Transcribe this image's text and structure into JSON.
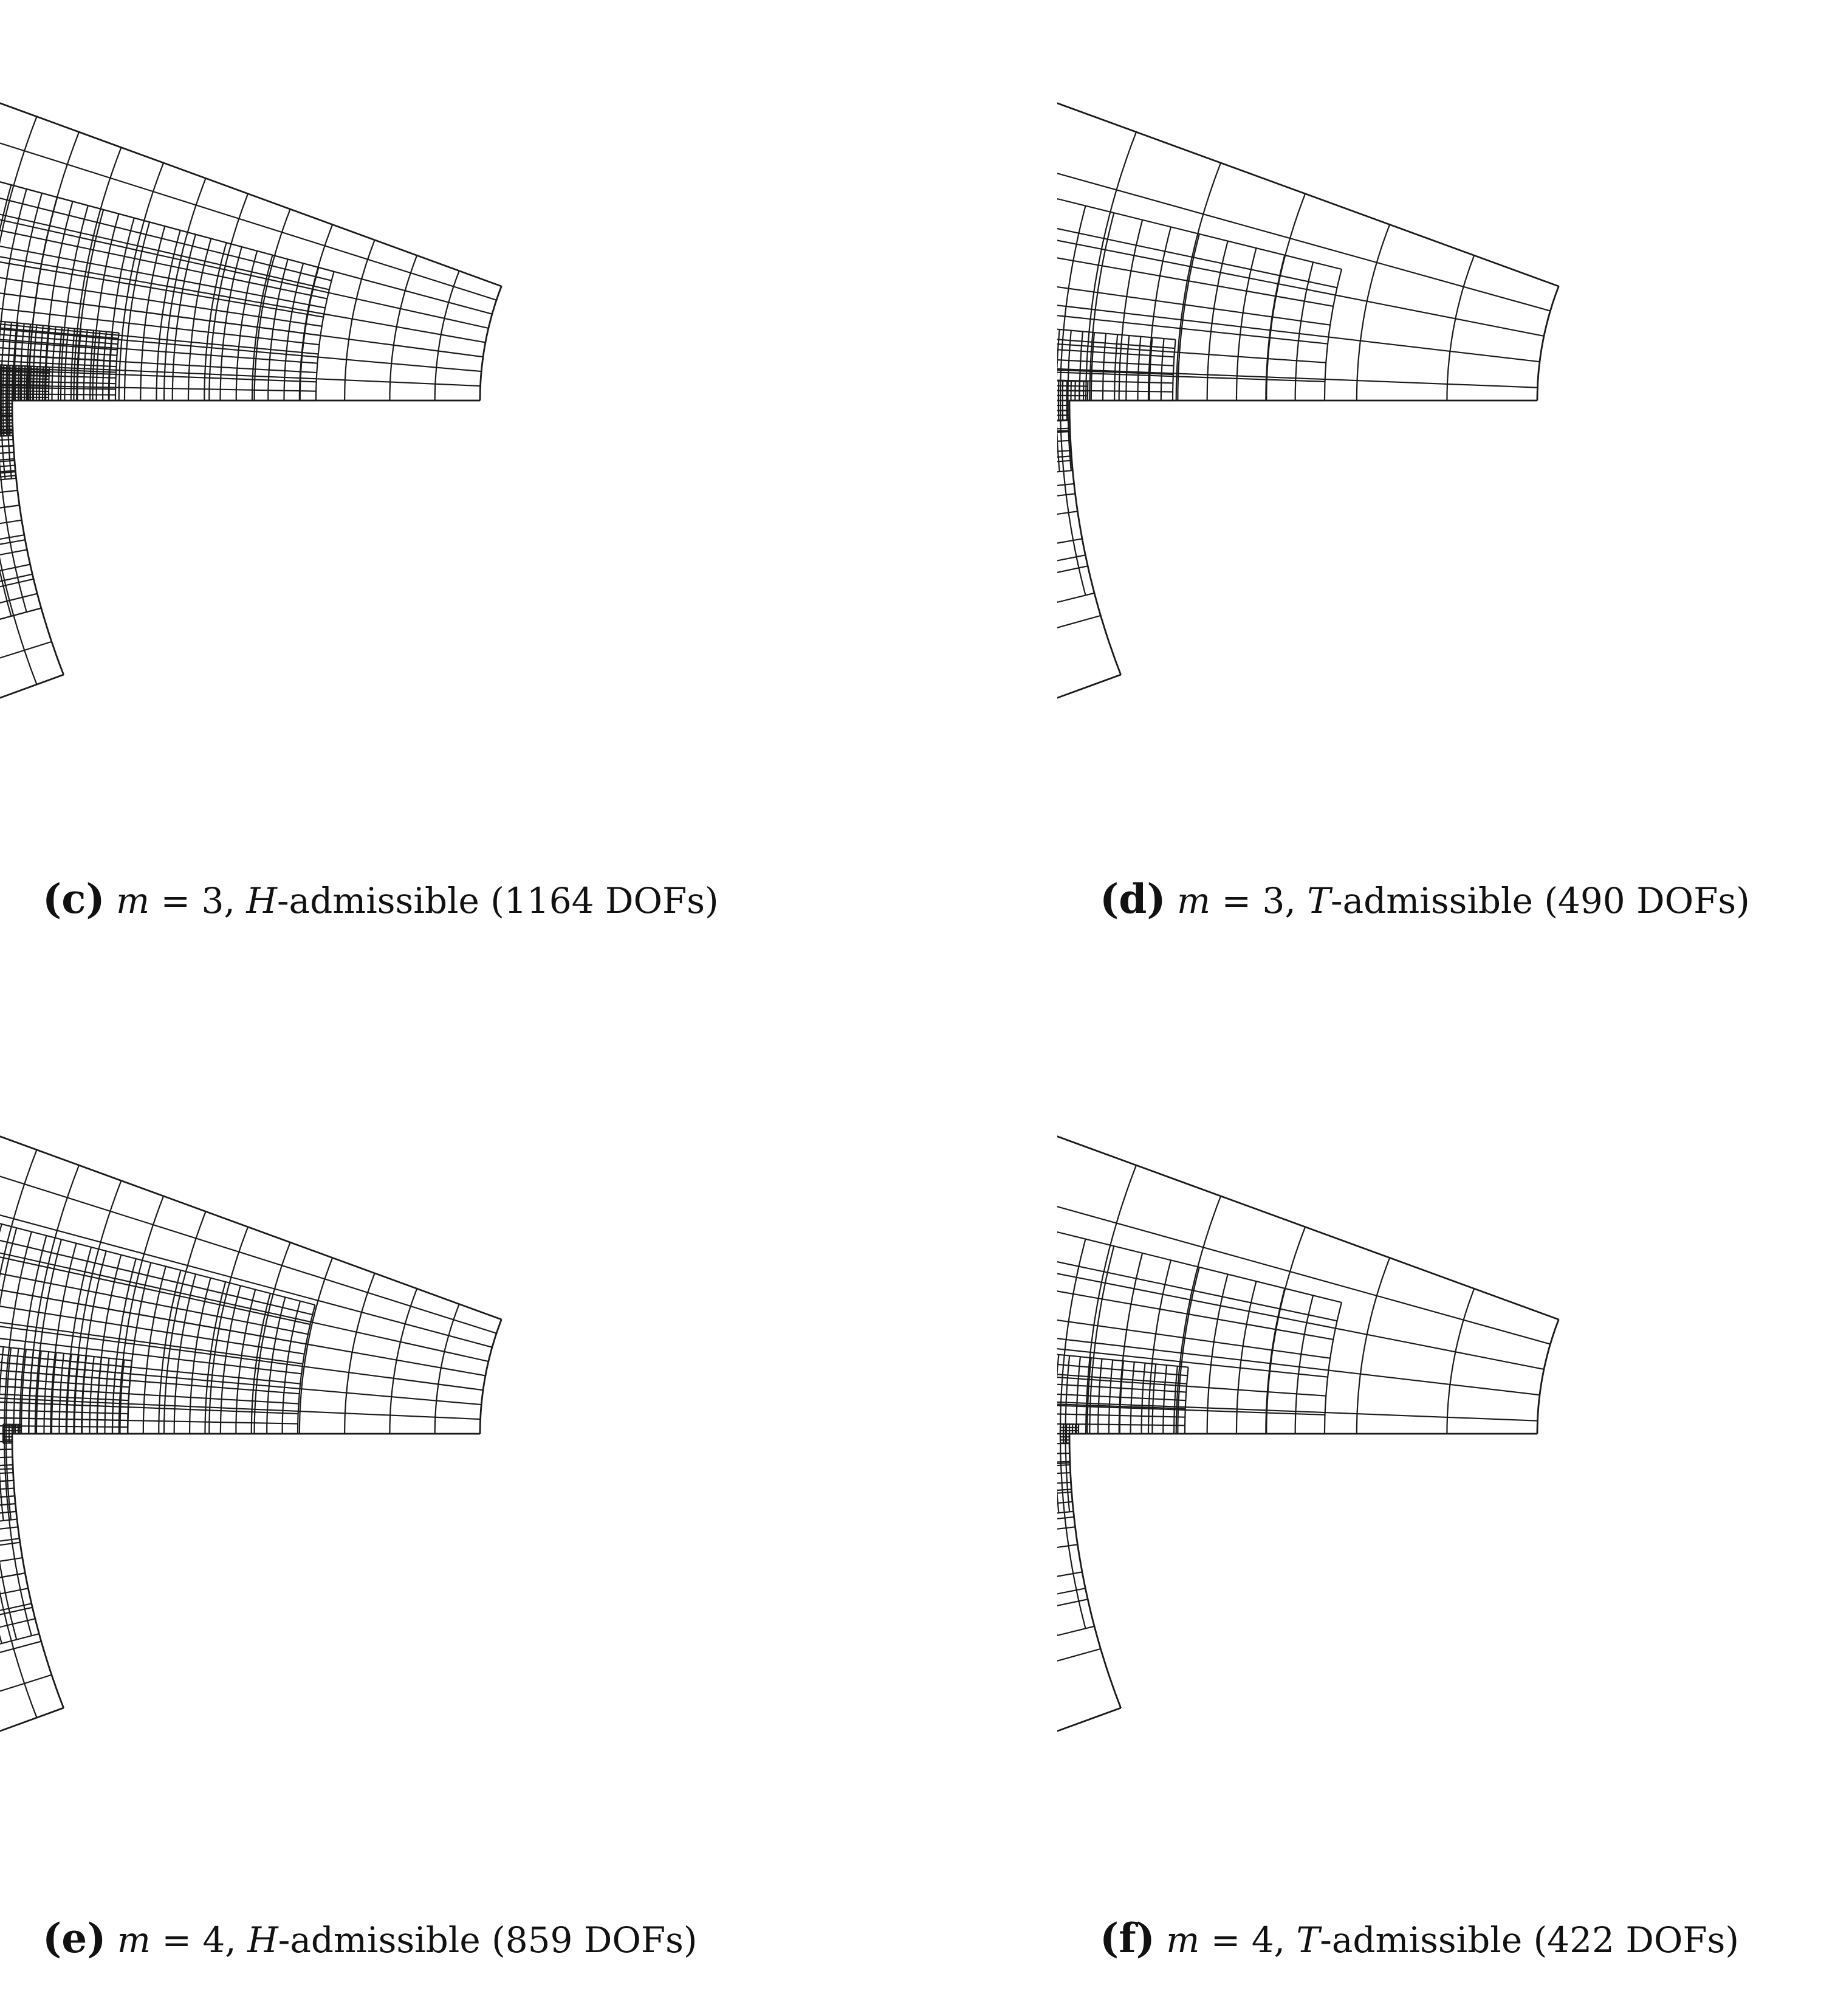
{
  "panels": [
    {
      "id": "c",
      "tag": "(c)",
      "var": "m",
      "eq": " = 3, ",
      "space": "H",
      "desc": "-admissible (1164 DOFs)",
      "admissibility": "H",
      "m": 3,
      "dofs": 1164
    },
    {
      "id": "d",
      "tag": "(d)",
      "var": "m",
      "eq": " = 3, ",
      "space": "T",
      "desc": "-admissible (490 DOFs)",
      "admissibility": "T",
      "m": 3,
      "dofs": 490
    },
    {
      "id": "e",
      "tag": "(e)",
      "var": "m",
      "eq": " = 4, ",
      "space": "H",
      "desc": "-admissible (859 DOFs)",
      "admissibility": "H",
      "m": 4,
      "dofs": 859
    },
    {
      "id": "f",
      "tag": "(f)",
      "var": "m",
      "eq": " = 4, ",
      "space": "T",
      "desc": "-admissible (422 DOFs)",
      "admissibility": "T",
      "m": 4,
      "dofs": 422
    }
  ]
}
